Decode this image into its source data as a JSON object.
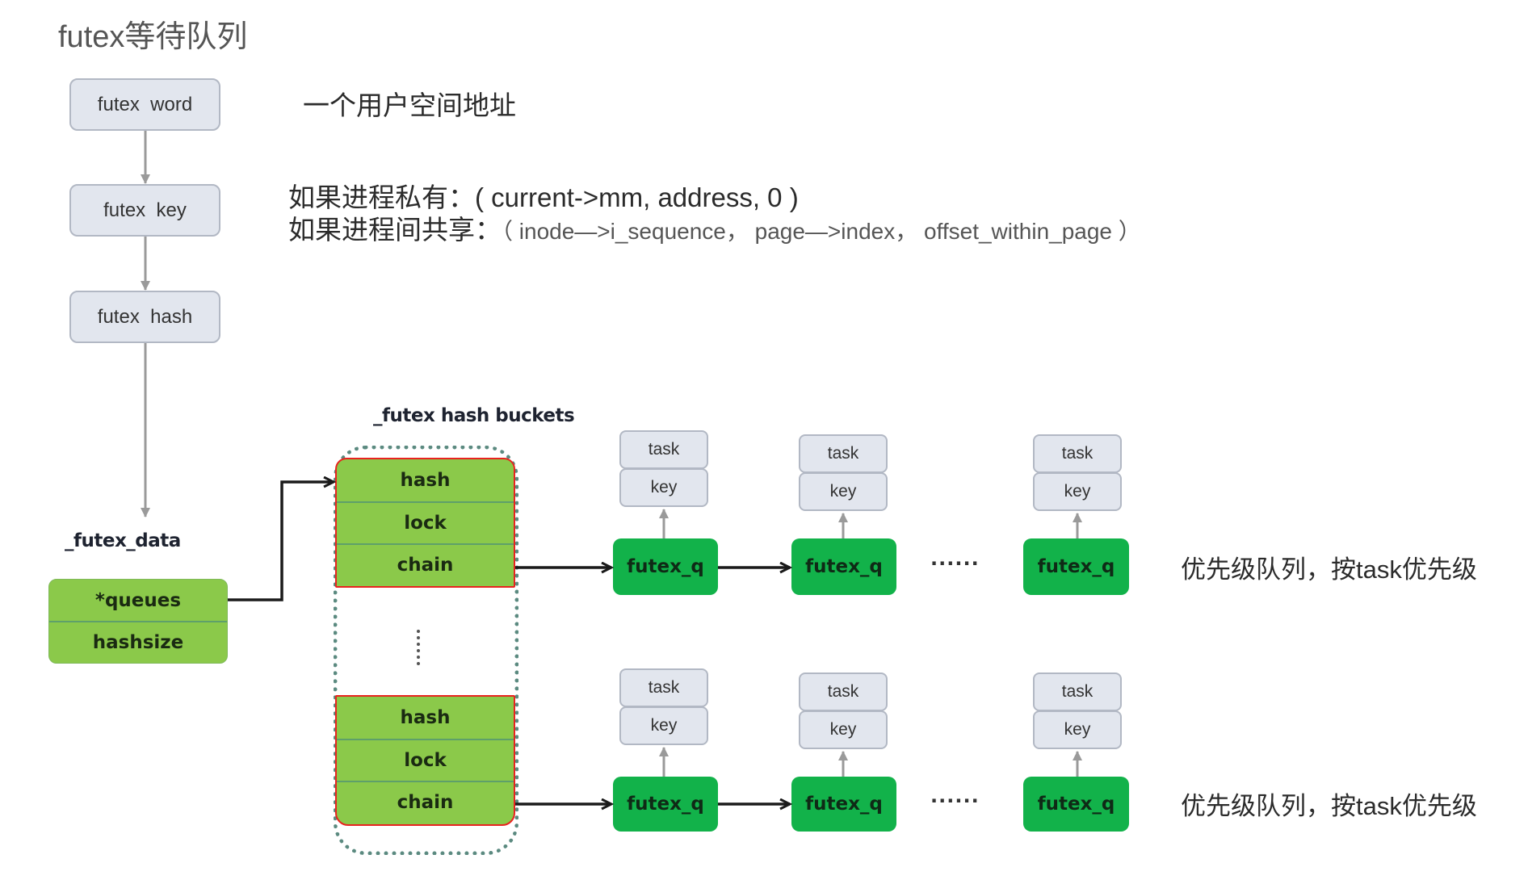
{
  "title": "futex等待队列",
  "chain_boxes": [
    {
      "label": "futex  word"
    },
    {
      "label": "futex  key"
    },
    {
      "label": "futex  hash"
    }
  ],
  "notes": {
    "user_address": "一个用户空间地址",
    "private_prefix": "如果进程私有：",
    "private_tuple": "( current->mm, address, 0 )",
    "shared_prefix": "如果进程间共享：",
    "shared_tuple": "（ inode—>i_sequence， page—>index， offset_within_page ）"
  },
  "futex_data": {
    "label": "_futex_data",
    "fields": [
      "*queues",
      "hashsize"
    ]
  },
  "hash_buckets": {
    "label": "_futex hash buckets",
    "bucket_fields": [
      "hash",
      "lock",
      "chain"
    ]
  },
  "queues": [
    {
      "nodes": [
        {
          "name": "futex_q",
          "fields": [
            "task",
            "key"
          ]
        },
        {
          "name": "futex_q",
          "fields": [
            "task",
            "key"
          ]
        },
        {
          "name": "futex_q",
          "fields": [
            "task",
            "key"
          ]
        }
      ],
      "ellipsis": "······",
      "description": "优先级队列，按task优先级"
    },
    {
      "nodes": [
        {
          "name": "futex_q",
          "fields": [
            "task",
            "key"
          ]
        },
        {
          "name": "futex_q",
          "fields": [
            "task",
            "key"
          ]
        },
        {
          "name": "futex_q",
          "fields": [
            "task",
            "key"
          ]
        }
      ],
      "ellipsis": "······",
      "description": "优先级队列，按task优先级"
    }
  ],
  "colors": {
    "bucket_green": "#8bc94a",
    "futex_q_green": "#12b24a",
    "bucket_border": "#e8231f",
    "gray_box": "#e2e6ee"
  }
}
